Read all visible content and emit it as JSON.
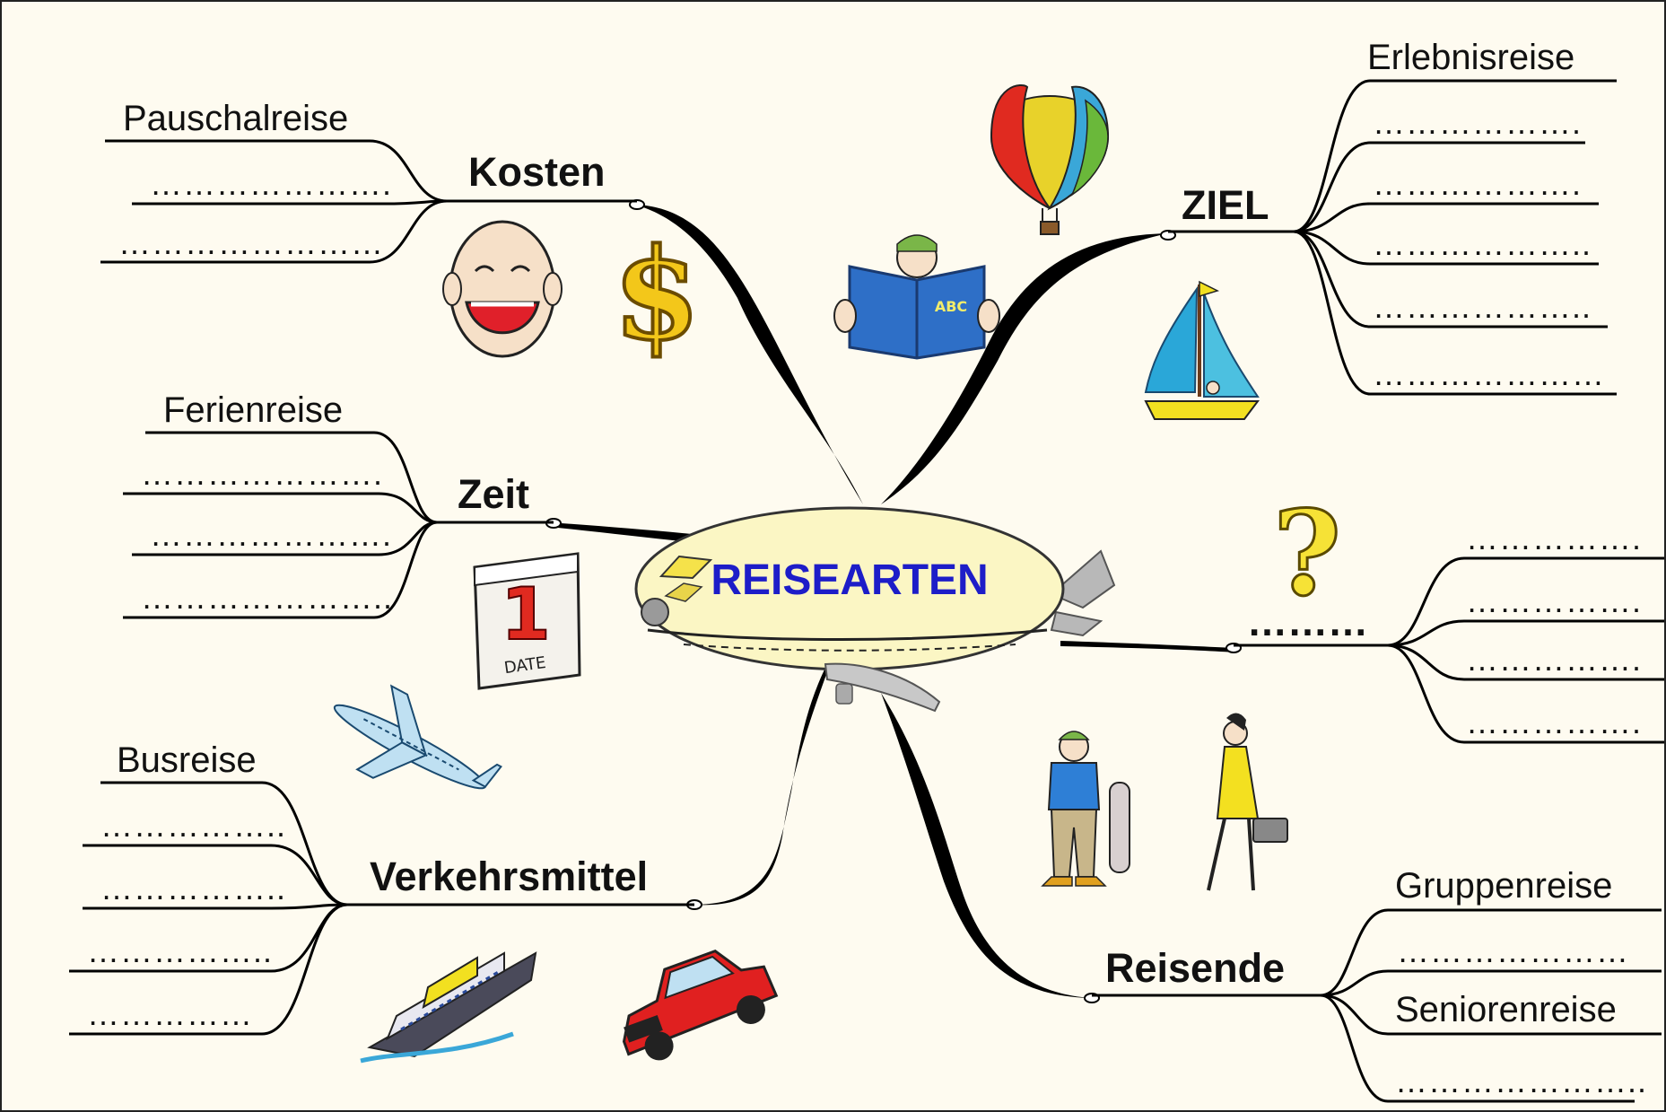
{
  "center": {
    "label": "REISEARTEN"
  },
  "branches": {
    "kosten": {
      "label": "Kosten",
      "items": [
        "Pauschalreise",
        "………………….",
        "……………………"
      ]
    },
    "zeit": {
      "label": "Zeit",
      "items": [
        "Ferienreise",
        "………………….",
        "………………….",
        "………………….."
      ]
    },
    "verkehrsmittel": {
      "label": "Verkehrsmittel",
      "items": [
        "Busreise",
        "……………..",
        "……………..",
        "……………..",
        "……………"
      ]
    },
    "ziel": {
      "label": "ZIEL",
      "items": [
        "Erlebnisreise",
        "……………….",
        "……………….",
        "………………..",
        "………………..",
        "…………………"
      ]
    },
    "unknown": {
      "label": "………",
      "items": [
        "…………….",
        "…………….",
        "…………….",
        "……………."
      ]
    },
    "reisende": {
      "label": "Reisende",
      "items": [
        "Gruppenreise",
        "…………………",
        "Seniorenreise",
        "………………….."
      ]
    }
  },
  "icons": [
    "laughing-face",
    "dollar-sign",
    "reading-person",
    "hot-air-balloon",
    "sailboat",
    "question-mark",
    "calendar",
    "airplane",
    "boy-with-skateboard",
    "businesswoman",
    "cruise-ship",
    "red-car"
  ],
  "colors": {
    "center_text": "#1d1dc8",
    "blimp_fill": "#fbf6c4",
    "background": "#fefbf0"
  }
}
